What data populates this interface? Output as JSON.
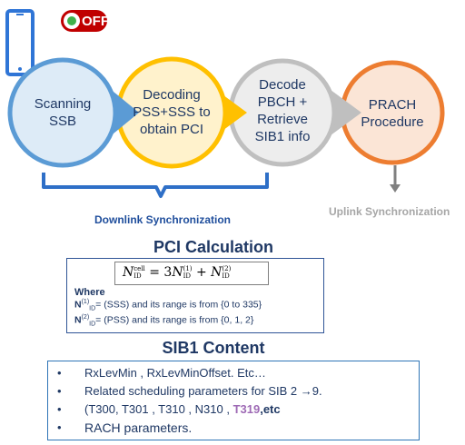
{
  "toggle": {
    "label": "OFF",
    "color": "#c00000"
  },
  "flow": {
    "nodes": [
      {
        "label_lines": [
          "Scanning",
          "SSB"
        ],
        "ring_color": "#5b9bd5"
      },
      {
        "label_lines": [
          "Decoding",
          "PSS+SSS to",
          "obtain PCI"
        ],
        "ring_color": "#ffc000"
      },
      {
        "label_lines": [
          "Decode",
          "PBCH +",
          "Retrieve",
          "SIB1 info"
        ],
        "ring_color": "#a5a5a5"
      },
      {
        "label_lines": [
          "PRACH",
          "Procedure"
        ],
        "ring_color": "#ed7d31"
      }
    ],
    "downlink_label": "Downlink Synchronization",
    "uplink_label": "Uplink Synchronization"
  },
  "pci": {
    "title": "PCI Calculation",
    "formula": {
      "lhs_base": "N",
      "lhs_sup": "cell",
      "lhs_sub": "ID",
      "eq": "= 3",
      "t1_base": "N",
      "t1_sup": "(1)",
      "t1_sub": "ID",
      "plus": "+",
      "t2_base": "N",
      "t2_sup": "(2)",
      "t2_sub": "ID"
    },
    "where": "Where",
    "defs": [
      {
        "base": "N",
        "sup": "(1)",
        "sub": "ID",
        "text": "= (SSS) and its range is from {0 to 335}"
      },
      {
        "base": "N",
        "sup": "(2)",
        "sub": "ID",
        "text": "= (PSS) and its range is from {0, 1, 2}"
      }
    ]
  },
  "sib1": {
    "title": "SIB1 Content",
    "bullets": [
      {
        "bullet": "•",
        "text": "RxLevMin , RxLevMinOffset. Etc…"
      },
      {
        "bullet": "•",
        "text": "Related scheduling parameters for SIB 2 →9."
      },
      {
        "bullet": "•",
        "text_a": "(T300, T301 , T310 , N310 , ",
        "text_hl": "T319",
        "text_b": ",etc",
        "hl_color": "#9e6ab5"
      },
      {
        "bullet": "•",
        "text": "RACH parameters."
      }
    ]
  }
}
